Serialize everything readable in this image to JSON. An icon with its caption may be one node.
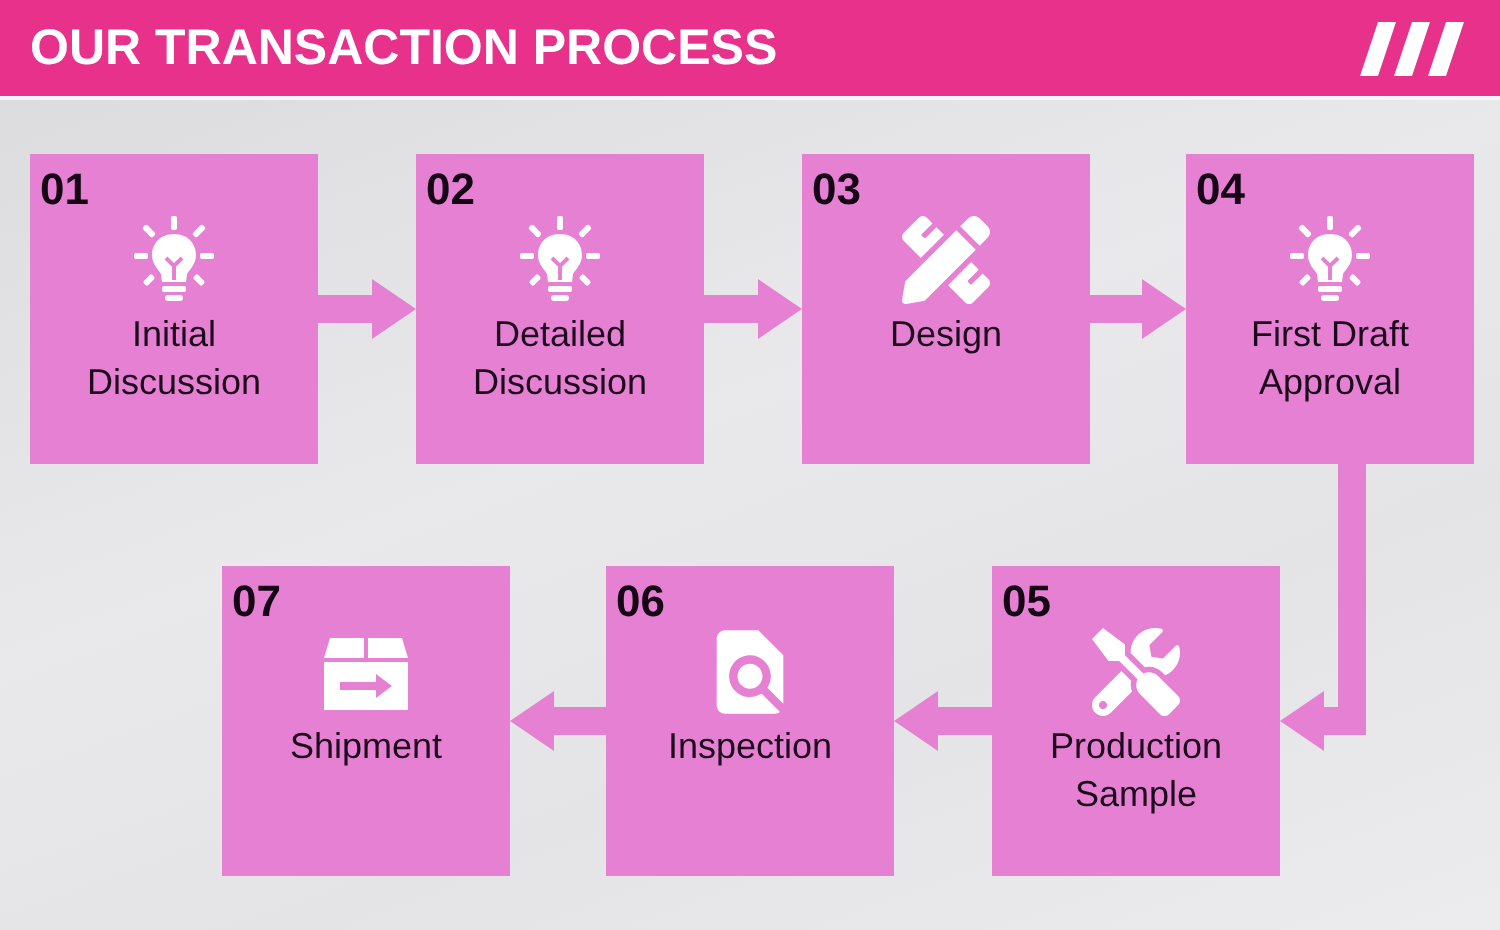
{
  "diagram": {
    "title": "OUR TRANSACTION PROCESS",
    "nodes": [
      {
        "text": [
          "01",
          "Initial Discussion"
        ]
      },
      {
        "text": [
          "02",
          "Detailed Discussion"
        ]
      },
      {
        "text": [
          "03",
          "Design"
        ]
      },
      {
        "text": [
          "04",
          "First Draft Approval"
        ]
      },
      {
        "text": [
          "05",
          "Production Sample"
        ]
      },
      {
        "text": [
          "06",
          "Inspection"
        ]
      },
      {
        "text": [
          "07",
          "Shipment"
        ]
      }
    ],
    "edges": [
      {
        "from": 0,
        "to": 1,
        "arrow": "to"
      },
      {
        "from": 1,
        "to": 2,
        "arrow": "to"
      },
      {
        "from": 2,
        "to": 3,
        "arrow": "to"
      },
      {
        "from": 3,
        "to": 4,
        "arrow": "to"
      },
      {
        "from": 4,
        "to": 5,
        "arrow": "to"
      },
      {
        "from": 5,
        "to": 6,
        "arrow": "to"
      }
    ]
  }
}
